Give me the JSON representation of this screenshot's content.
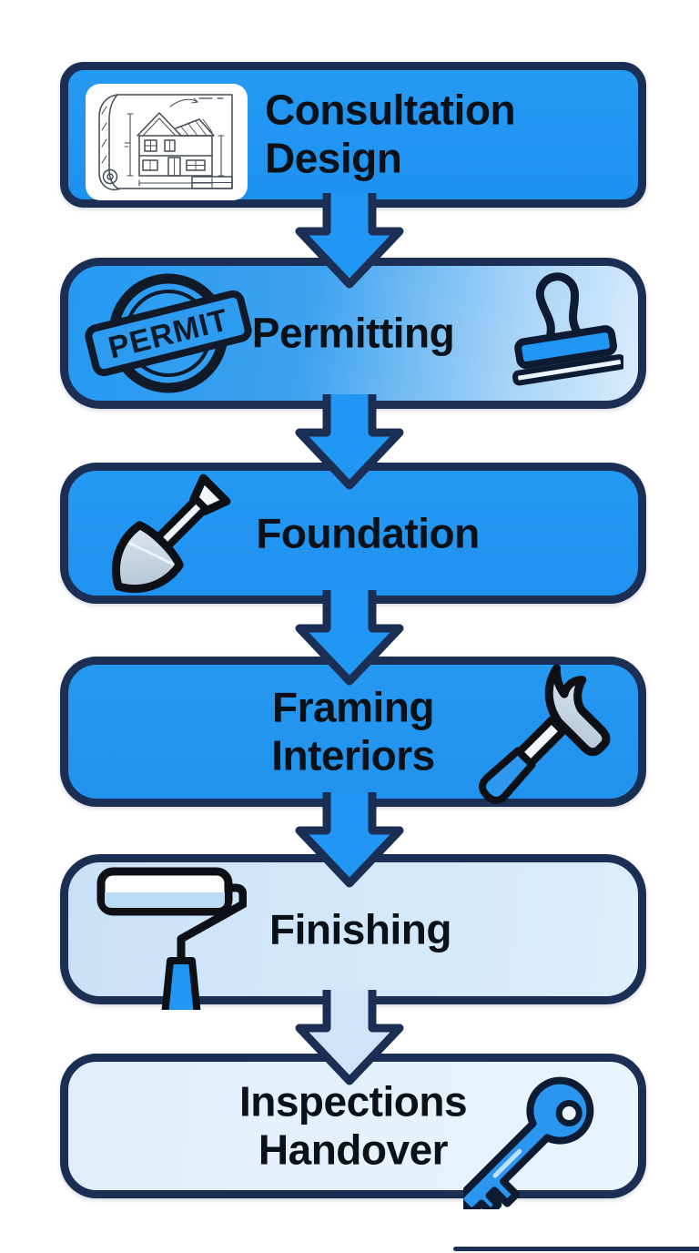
{
  "diagram": {
    "type": "flowchart",
    "direction": "top-down",
    "subject": "home construction process",
    "steps": [
      {
        "name": "consultation-design",
        "line1": "Consultation",
        "line2": "Design",
        "icon_left": "blueprint-icon",
        "icon_right": ""
      },
      {
        "name": "permitting",
        "line1": "Permitting",
        "line2": "",
        "icon_left": "permit-stamp-icon",
        "icon_right": "rubber-stamp-icon",
        "stamp_label": "PERMIT"
      },
      {
        "name": "foundation",
        "line1": "Foundation",
        "line2": "",
        "icon_left": "shovel-icon",
        "icon_right": ""
      },
      {
        "name": "framing-interiors",
        "line1": "Framing",
        "line2": "Interiors",
        "icon_left": "",
        "icon_right": "hammer-icon"
      },
      {
        "name": "finishing",
        "line1": "Finishing",
        "line2": "",
        "icon_left": "paint-roller-icon",
        "icon_right": ""
      },
      {
        "name": "inspections-handover",
        "line1": "Inspections",
        "line2": "Handover",
        "icon_left": "",
        "icon_right": "key-icon"
      }
    ],
    "connectors": [
      {
        "from": "consultation-design",
        "to": "permitting",
        "style": "chevron-arrow-down",
        "color": "#2196f3"
      },
      {
        "from": "permitting",
        "to": "foundation",
        "style": "chevron-arrow-down",
        "color": "#2196f3"
      },
      {
        "from": "foundation",
        "to": "framing-interiors",
        "style": "chevron-arrow-down",
        "color": "#2196f3"
      },
      {
        "from": "framing-interiors",
        "to": "finishing",
        "style": "chevron-arrow-down",
        "color": "#2196f3"
      },
      {
        "from": "finishing",
        "to": "inspections-handover",
        "style": "chevron-arrow-down",
        "color": "#cfe4f8"
      }
    ],
    "colors": {
      "box_blue": "#2196f3",
      "box_blue_gradient_end": "#d9ecfc",
      "box_light_blue": "#cfe4f8",
      "box_lighter_blue": "#e6f1fb",
      "border_navy": "#1b2f54",
      "icon_outline": "#0d1b33",
      "text_dark": "#0c1118",
      "icon_steel": "#bfcfdf",
      "white": "#ffffff"
    }
  }
}
